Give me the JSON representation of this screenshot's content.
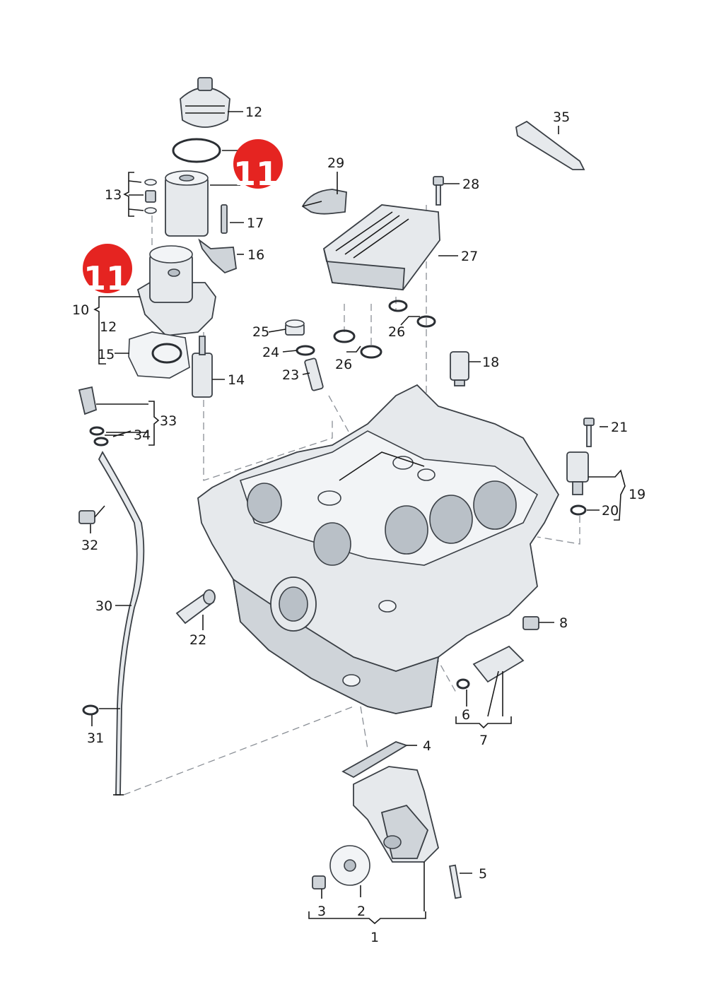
{
  "badges": {
    "badge_a": "11",
    "badge_b": "11"
  },
  "labels": {
    "l1": "1",
    "l2": "2",
    "l3": "3",
    "l4": "4",
    "l5": "5",
    "l6": "6",
    "l7": "7",
    "l8": "8",
    "l10": "10",
    "l12_top": "12",
    "l12_side": "12",
    "l13": "13",
    "l14": "14",
    "l15": "15",
    "l16": "16",
    "l17": "17",
    "l18": "18",
    "l19": "19",
    "l20": "20",
    "l21": "21",
    "l22": "22",
    "l23": "23",
    "l24": "24",
    "l25": "25",
    "l26_right": "26",
    "l26_left": "26",
    "l27": "27",
    "l28": "28",
    "l29": "29",
    "l30": "30",
    "l31": "31",
    "l32": "32",
    "l33": "33",
    "l34": "34",
    "l35": "35"
  }
}
